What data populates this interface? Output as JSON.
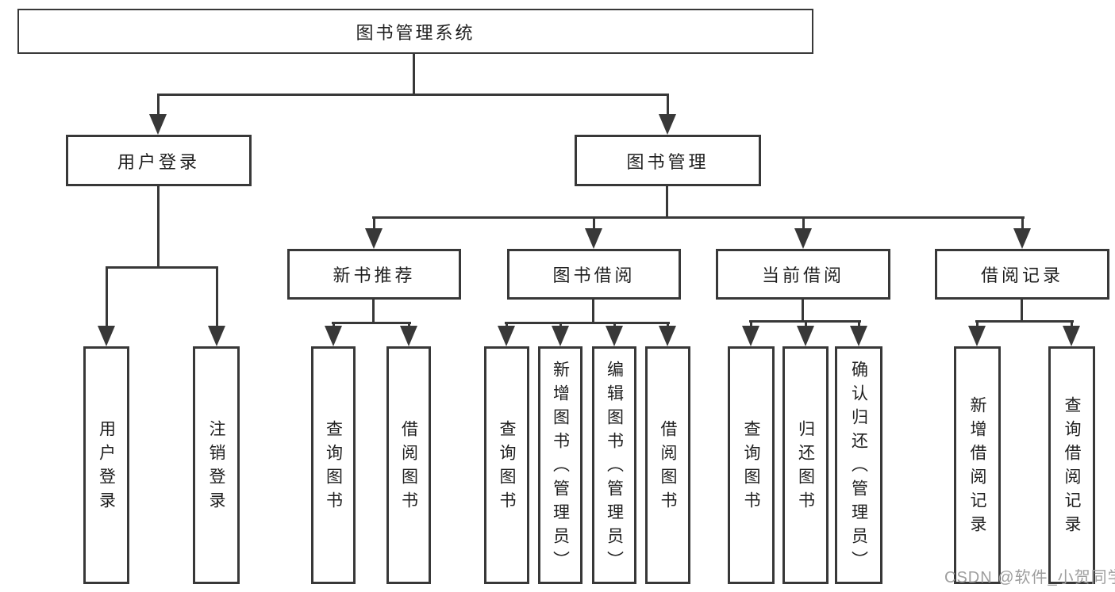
{
  "diagram": {
    "root": {
      "label": "图书管理系统"
    },
    "level2": [
      {
        "label": "用户登录"
      },
      {
        "label": "图书管理"
      }
    ],
    "level3": [
      {
        "label": "新书推荐"
      },
      {
        "label": "图书借阅"
      },
      {
        "label": "当前借阅"
      },
      {
        "label": "借阅记录"
      }
    ],
    "leaves": [
      {
        "label": "用户登录"
      },
      {
        "label": "注销登录"
      },
      {
        "label": "查询图书"
      },
      {
        "label": "借阅图书"
      },
      {
        "label": "查询图书"
      },
      {
        "label": "新增图书（管理员）"
      },
      {
        "label": "编辑图书（管理员）"
      },
      {
        "label": "借阅图书"
      },
      {
        "label": "查询图书"
      },
      {
        "label": "归还图书"
      },
      {
        "label": "确认归还（管理员）"
      },
      {
        "label": "新增借阅记录"
      },
      {
        "label": "查询借阅记录"
      }
    ]
  },
  "watermark": {
    "text": "CSDN @软件_小贺同学"
  },
  "colors": {
    "line": "#383838",
    "text": "#1f1f1f",
    "watermark": "#9e9e9e",
    "background": "#ffffff"
  }
}
